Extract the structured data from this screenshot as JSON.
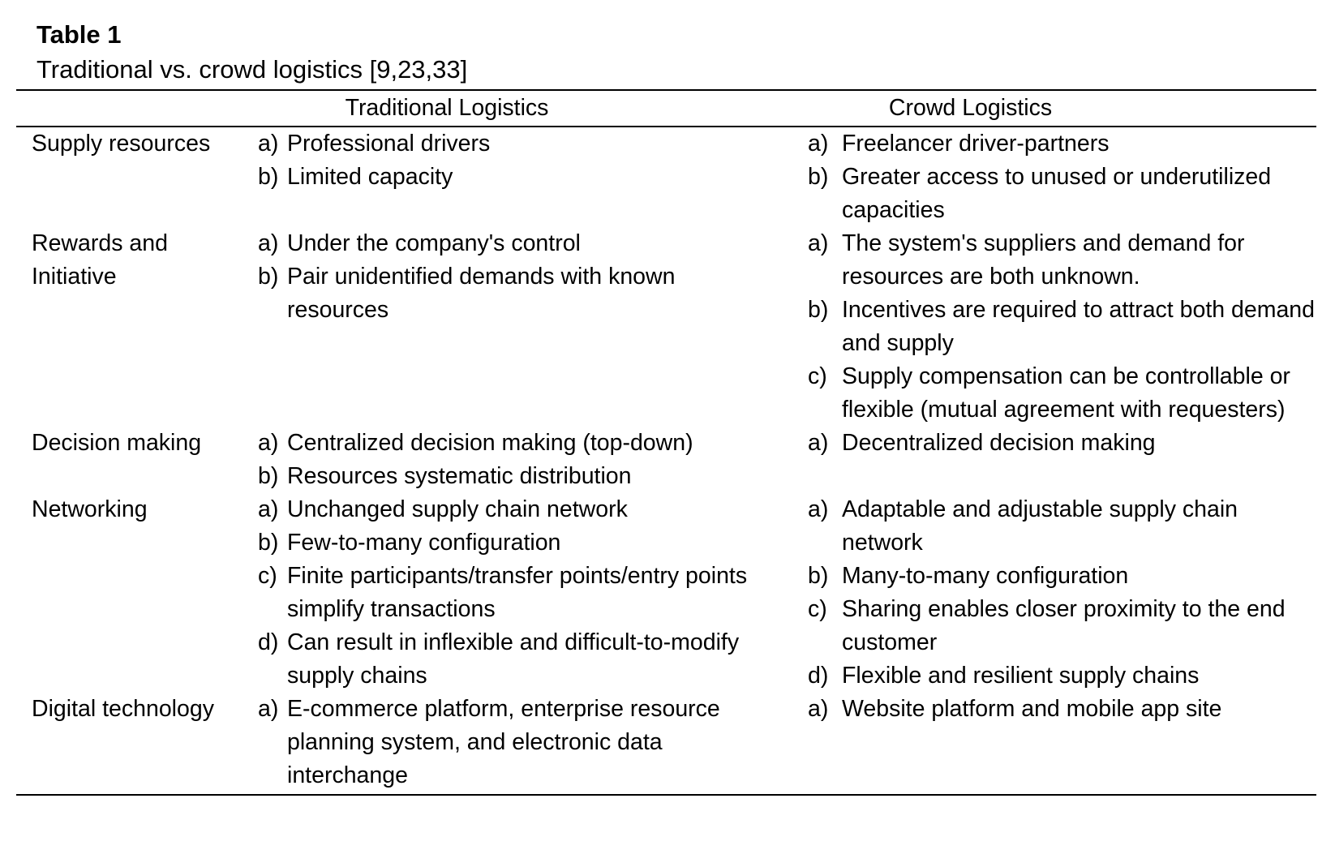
{
  "caption": {
    "label": "Table 1",
    "title": "Traditional vs. crowd logistics [9,23,33]"
  },
  "table": {
    "headers": {
      "label": "",
      "traditional": "Traditional Logistics",
      "crowd": "Crowd Logistics"
    },
    "rows": [
      {
        "label": "Supply resources",
        "traditional": [
          {
            "marker": "a)",
            "text": "Professional drivers"
          },
          {
            "marker": "b)",
            "text": "Limited capacity"
          }
        ],
        "crowd": [
          {
            "marker": "a)",
            "text": "Freelancer driver-partners"
          },
          {
            "marker": "b)",
            "text": "Greater access to unused or underutilized capacities"
          }
        ]
      },
      {
        "label": "Rewards and Initiative",
        "traditional": [
          {
            "marker": "a)",
            "text": "Under the company's control"
          },
          {
            "marker": "b)",
            "text": "Pair unidentified demands with known resources"
          }
        ],
        "crowd": [
          {
            "marker": "a)",
            "text": "The system's suppliers and demand for resources are both unknown."
          },
          {
            "marker": "b)",
            "text": "Incentives are required to attract both demand and supply"
          },
          {
            "marker": "c)",
            "text": "Supply compensation can be controllable or flexible (mutual agreement with requesters)"
          }
        ]
      },
      {
        "label": "Decision making",
        "traditional": [
          {
            "marker": "a)",
            "text": "Centralized decision making (top-down)"
          },
          {
            "marker": "b)",
            "text": "Resources systematic distribution"
          }
        ],
        "crowd": [
          {
            "marker": "a)",
            "text": "Decentralized decision making"
          }
        ]
      },
      {
        "label": "Networking",
        "traditional": [
          {
            "marker": "a)",
            "text": "Unchanged supply chain network"
          },
          {
            "marker": "b)",
            "text": "Few-to-many configuration"
          },
          {
            "marker": "c)",
            "text": "Finite participants/transfer points/entry points simplify transactions"
          },
          {
            "marker": "d)",
            "text": "Can result in inflexible and difficult-to-modify supply chains"
          }
        ],
        "crowd": [
          {
            "marker": "a)",
            "text": "Adaptable and adjustable supply chain network"
          },
          {
            "marker": "b)",
            "text": "Many-to-many configuration"
          },
          {
            "marker": "c)",
            "text": "Sharing enables closer proximity to the end customer"
          },
          {
            "marker": "d)",
            "text": "Flexible and resilient supply chains"
          }
        ]
      },
      {
        "label": "Digital technology",
        "traditional": [
          {
            "marker": "a)",
            "text": "E-commerce platform, enterprise resource planning system, and electronic data interchange"
          }
        ],
        "crowd": [
          {
            "marker": "a)",
            "text": "Website platform and mobile app site"
          }
        ]
      }
    ]
  }
}
